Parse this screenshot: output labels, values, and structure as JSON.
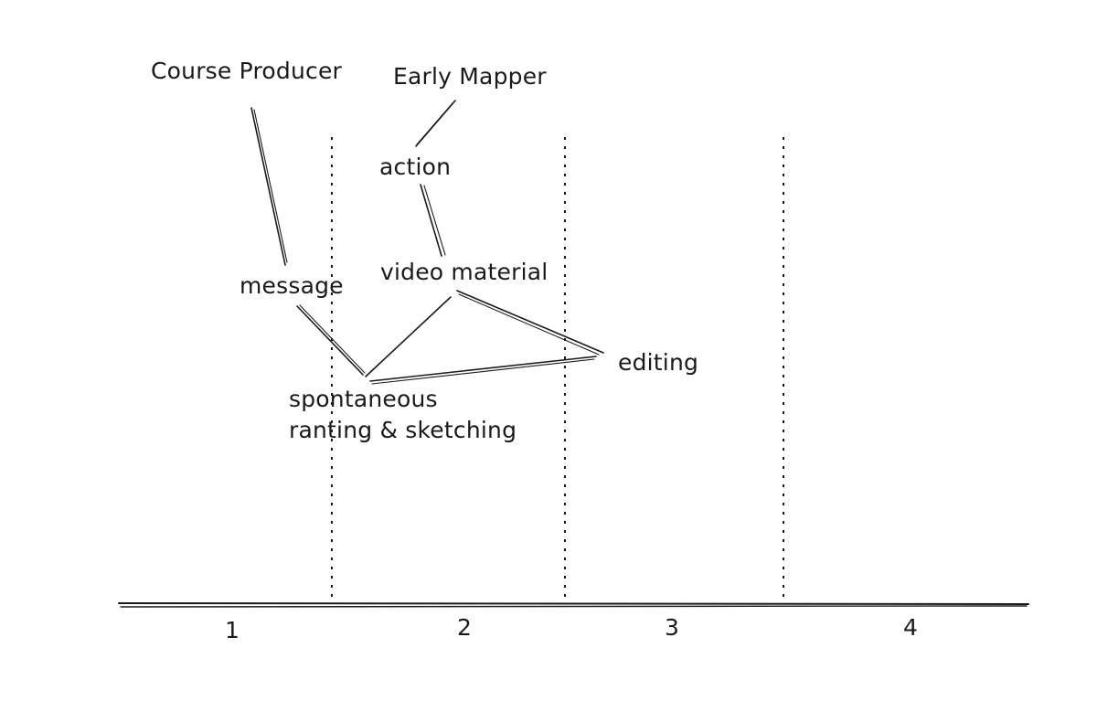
{
  "colors": {
    "ink": "#1a1a1a",
    "background": "#ffffff"
  },
  "nodes": {
    "course_producer": "Course Producer",
    "early_mapper": "Early Mapper",
    "action": "action",
    "message": "message",
    "video_material": "video material",
    "editing": "editing",
    "spontaneous_line1": "spontaneous",
    "spontaneous_line2": "ranting & sketching"
  },
  "axis": {
    "stages": [
      "1",
      "2",
      "3",
      "4"
    ]
  }
}
